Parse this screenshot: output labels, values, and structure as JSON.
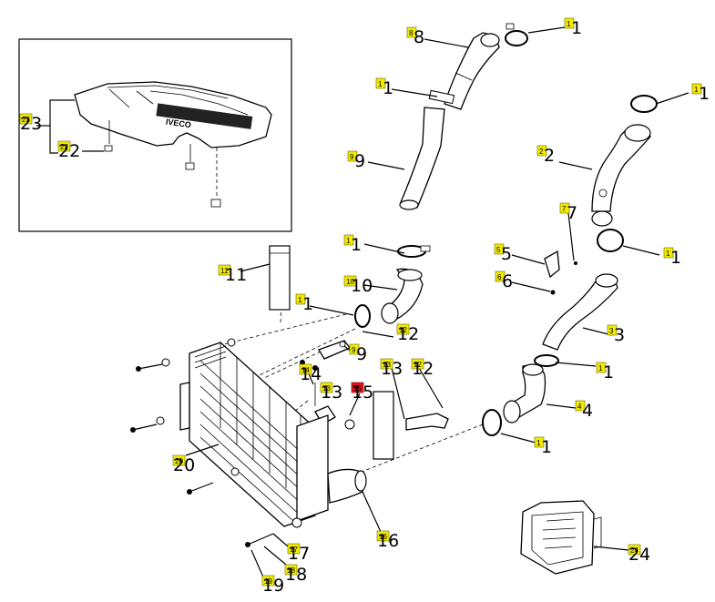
{
  "diagram": {
    "callouts": [
      {
        "id": "c8",
        "badge": "8",
        "label": "8",
        "selected": false
      },
      {
        "id": "c1a",
        "badge": "1",
        "label": "1",
        "selected": false
      },
      {
        "id": "c1b",
        "badge": "1",
        "label": "1",
        "selected": false
      },
      {
        "id": "c9",
        "badge": "9",
        "label": "9",
        "selected": false
      },
      {
        "id": "c1c",
        "badge": "1",
        "label": "1",
        "selected": false
      },
      {
        "id": "c10",
        "badge": "10",
        "label": "10",
        "selected": false
      },
      {
        "id": "c1d",
        "badge": "1",
        "label": "1",
        "selected": false
      },
      {
        "id": "c2",
        "badge": "2",
        "label": "2",
        "selected": false
      },
      {
        "id": "c7",
        "badge": "7",
        "label": "7",
        "selected": false
      },
      {
        "id": "c5",
        "badge": "5",
        "label": "5",
        "selected": false
      },
      {
        "id": "c1e",
        "badge": "1",
        "label": "1",
        "selected": false
      },
      {
        "id": "c6",
        "badge": "6",
        "label": "6",
        "selected": false
      },
      {
        "id": "c11",
        "badge": "11",
        "label": "11",
        "selected": false
      },
      {
        "id": "c1f",
        "badge": "1",
        "label": "1",
        "selected": false
      },
      {
        "id": "c12a",
        "badge": "12",
        "label": "12",
        "selected": false
      },
      {
        "id": "c3",
        "badge": "3",
        "label": "3",
        "selected": false
      },
      {
        "id": "c9b",
        "badge": "9",
        "label": "9",
        "selected": false
      },
      {
        "id": "c14",
        "badge": "14",
        "label": "14",
        "selected": false
      },
      {
        "id": "c13a",
        "badge": "13",
        "label": "13",
        "selected": false
      },
      {
        "id": "c12b",
        "badge": "12",
        "label": "12",
        "selected": false
      },
      {
        "id": "c1g",
        "badge": "1",
        "label": "1",
        "selected": false
      },
      {
        "id": "c13b",
        "badge": "13",
        "label": "13",
        "selected": false
      },
      {
        "id": "c15",
        "badge": "15",
        "label": "15",
        "selected": true
      },
      {
        "id": "c4",
        "badge": "4",
        "label": "4",
        "selected": false
      },
      {
        "id": "c1h",
        "badge": "1",
        "label": "1",
        "selected": false
      },
      {
        "id": "c20",
        "badge": "20",
        "label": "20",
        "selected": false
      },
      {
        "id": "c16",
        "badge": "16",
        "label": "16",
        "selected": false
      },
      {
        "id": "c17",
        "badge": "17",
        "label": "17",
        "selected": false
      },
      {
        "id": "c18",
        "badge": "18",
        "label": "18",
        "selected": false
      },
      {
        "id": "c19",
        "badge": "19",
        "label": "19",
        "selected": false
      },
      {
        "id": "c24",
        "badge": "24",
        "label": "24",
        "selected": false
      },
      {
        "id": "c23",
        "badge": "23",
        "label": "23",
        "selected": false
      },
      {
        "id": "c22",
        "badge": "22",
        "label": "22",
        "selected": false
      }
    ]
  }
}
